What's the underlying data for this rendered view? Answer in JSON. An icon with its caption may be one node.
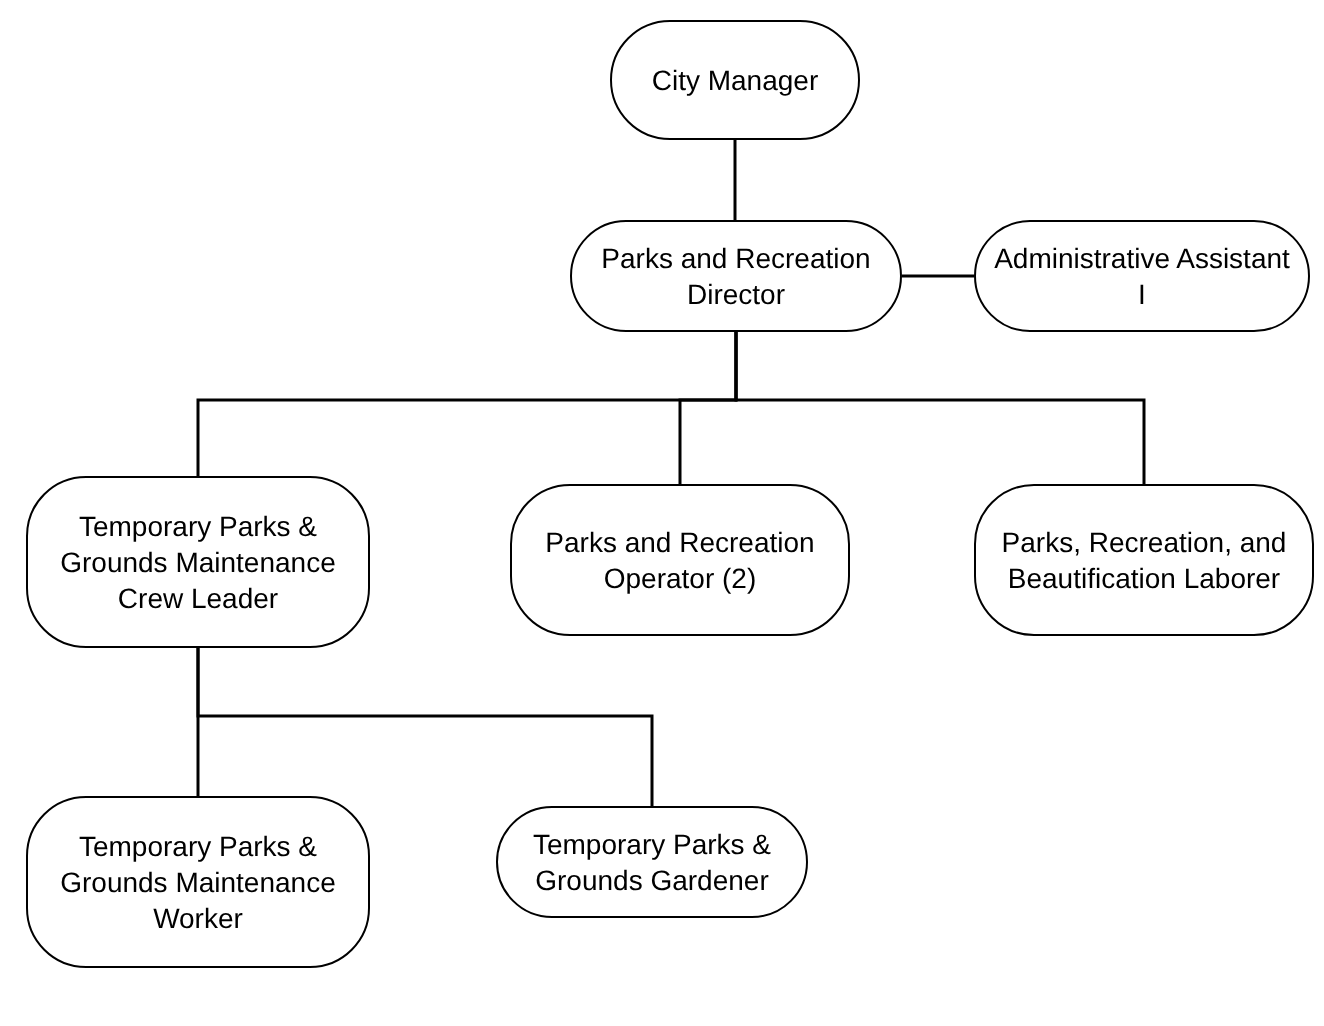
{
  "diagram": {
    "nodes": [
      {
        "text": [
          "City Manager"
        ]
      },
      {
        "text": [
          "Parks and Recreation Director"
        ]
      },
      {
        "text": [
          "Administrative Assistant I"
        ]
      },
      {
        "text": [
          "Temporary Parks & Grounds Maintenance Crew Leader"
        ]
      },
      {
        "text": [
          "Parks and Recreation Operator (2)"
        ]
      },
      {
        "text": [
          "Parks, Recreation, and Beautification Laborer"
        ]
      },
      {
        "text": [
          "Temporary Parks & Grounds Maintenance Worker"
        ]
      },
      {
        "text": [
          "Temporary Parks & Grounds Gardener"
        ]
      }
    ],
    "edges": [
      {
        "from": 0,
        "to": 1,
        "arrow": "none"
      },
      {
        "from": 1,
        "to": 2,
        "arrow": "none"
      },
      {
        "from": 1,
        "to": 3,
        "arrow": "none"
      },
      {
        "from": 1,
        "to": 4,
        "arrow": "none"
      },
      {
        "from": 1,
        "to": 5,
        "arrow": "none"
      },
      {
        "from": 3,
        "to": 6,
        "arrow": "none"
      },
      {
        "from": 3,
        "to": 7,
        "arrow": "none"
      }
    ]
  }
}
